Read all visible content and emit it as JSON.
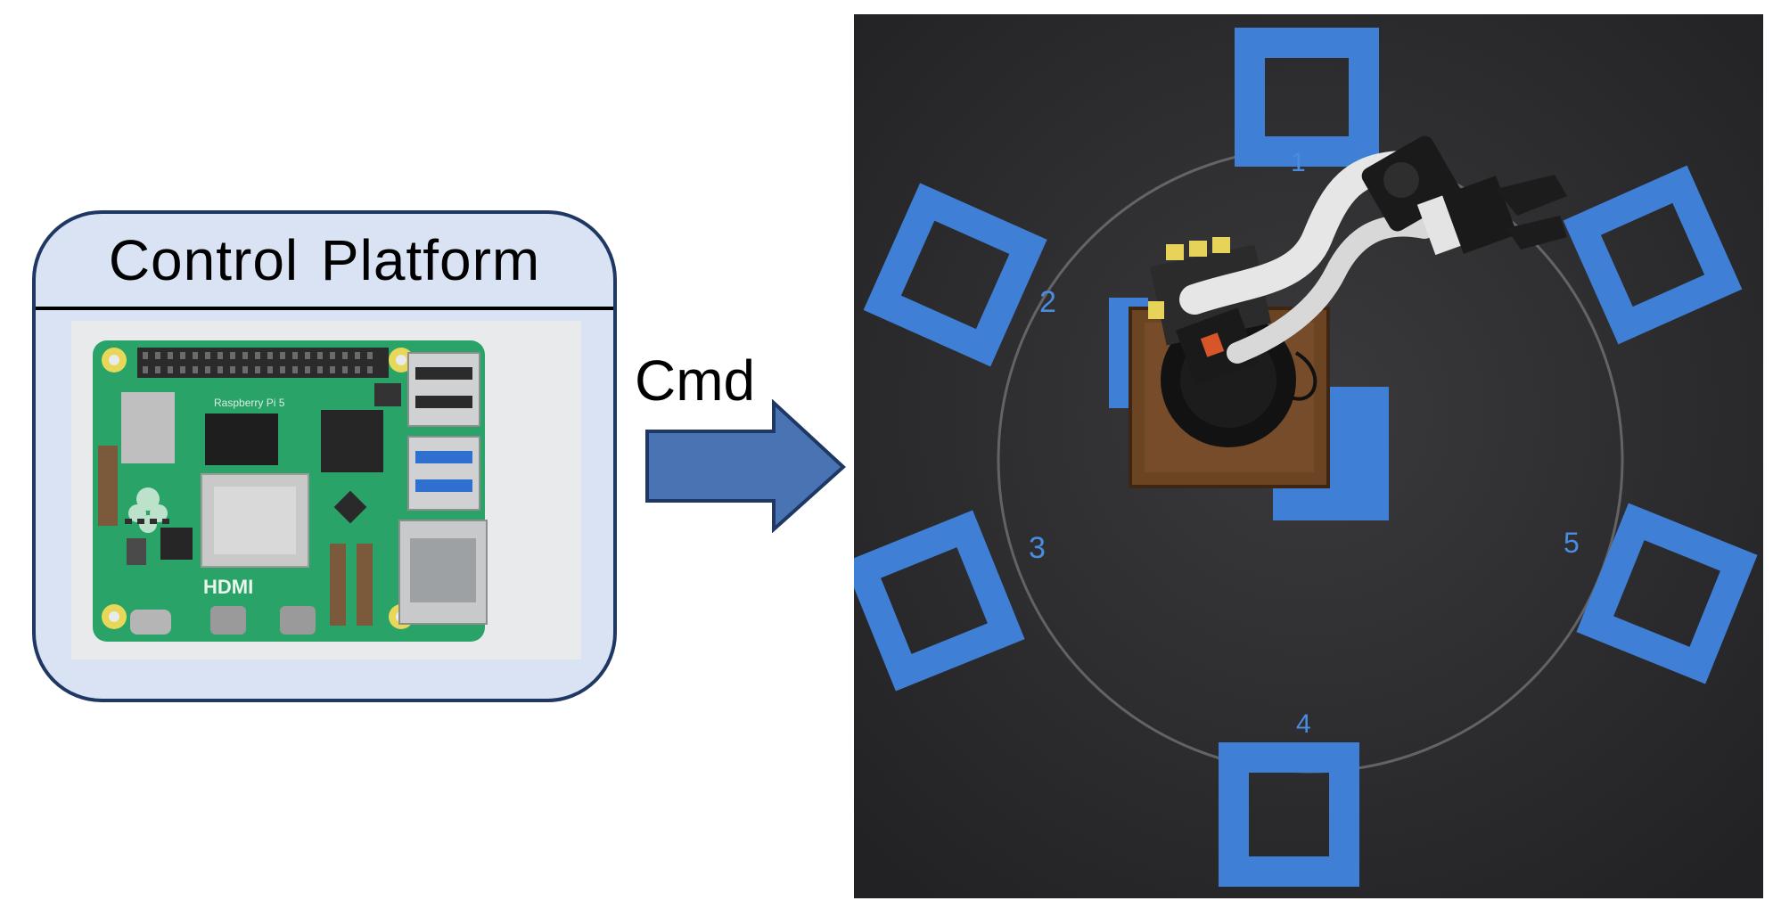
{
  "panel": {
    "title": "Control Platform"
  },
  "board": {
    "label_brand": "Raspberry Pi 5",
    "label_hdmi": "HDMI"
  },
  "arrow": {
    "label": "Cmd"
  },
  "scene": {
    "markers": [
      "1",
      "2",
      "3",
      "4",
      "5"
    ]
  },
  "colors": {
    "panel_fill": "#dae3f3",
    "panel_border": "#1f3863",
    "arrow_fill": "#4a73b4",
    "arrow_border": "#1f3863",
    "tape_blue": "#3f7fd6",
    "table_black": "#262628"
  }
}
